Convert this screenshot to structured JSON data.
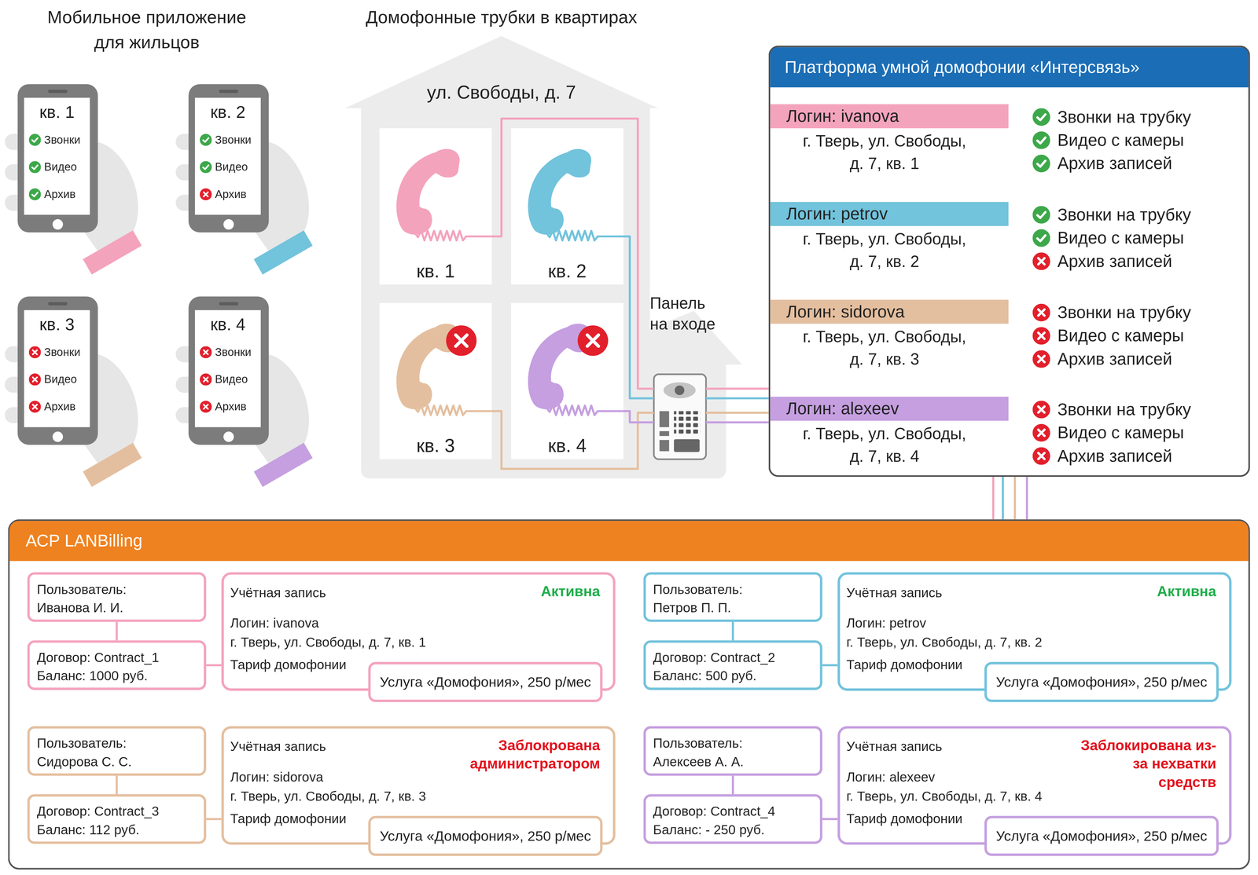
{
  "diagram": {
    "nodes": [
      {
        "text": [
          "кв. 1",
          "Звонки",
          "Видео",
          "Архив"
        ]
      },
      {
        "text": [
          "кв. 2",
          "Звонки",
          "Видео",
          "Архив"
        ]
      },
      {
        "text": [
          "кв. 3",
          "Звонки",
          "Видео",
          "Архив"
        ]
      },
      {
        "text": [
          "кв. 4",
          "Звонки",
          "Видео",
          "Архив"
        ]
      },
      {
        "text": [
          "ул. Свободы, д. 7"
        ]
      },
      {
        "text": [
          "кв. 1"
        ],
        "in": 4
      },
      {
        "text": [
          "кв. 2"
        ],
        "in": 4
      },
      {
        "text": [
          "кв. 3"
        ],
        "in": 4
      },
      {
        "text": [
          "кв. 4"
        ],
        "in": 4
      },
      {
        "text": [
          "Панель на входе"
        ],
        "in": 4
      },
      {
        "text": [
          "Платформа умной домофонии «Интерсвязь»"
        ]
      },
      {
        "text": [
          "Логин: ivanova",
          "г. Тверь, ул. Свободы, д. 7, кв. 1",
          "Звонки на трубку",
          "Видео с камеры",
          "Архив записей"
        ],
        "in": 10
      },
      {
        "text": [
          "Логин: petrov",
          "г. Тверь, ул. Свободы, д. 7, кв. 2",
          "Звонки на трубку",
          "Видео с камеры",
          "Архив записей"
        ],
        "in": 10
      },
      {
        "text": [
          "Логин: sidorova",
          "г. Тверь, ул. Свободы, д. 7, кв. 3",
          "Звонки на трубку",
          "Видео с камеры",
          "Архив записей"
        ],
        "in": 10
      },
      {
        "text": [
          "Логин: alexeev",
          "г. Тверь, ул. Свободы, д. 7, кв. 4",
          "Звонки на трубку",
          "Видео с камеры",
          "Архив записей"
        ],
        "in": 10
      },
      {
        "text": [
          "АСР LANBilling"
        ]
      },
      {
        "text": [
          "Пользователь:",
          "Иванова И. И."
        ],
        "in": 15
      },
      {
        "text": [
          "Договор: Contract_1",
          "Баланс: 1000 руб."
        ],
        "in": 15
      },
      {
        "text": [
          "Учётная запись",
          "Активна",
          "Логин: ivanova",
          "г. Тверь, ул. Свободы, д. 7, кв. 1",
          "Тариф домофонии"
        ],
        "in": 15
      },
      {
        "text": [
          "Услуга «Домофония», 250 р/мес"
        ],
        "in": 18
      },
      {
        "text": [
          "Пользователь:",
          "Петров П. П."
        ],
        "in": 15
      },
      {
        "text": [
          "Договор: Contract_2",
          "Баланс: 500 руб."
        ],
        "in": 15
      },
      {
        "text": [
          "Учётная запись",
          "Активна",
          "Логин: petrov",
          "г. Тверь, ул. Свободы, д. 7, кв. 2",
          "Тариф домофонии"
        ],
        "in": 15
      },
      {
        "text": [
          "Услуга «Домофония», 250 р/мес"
        ],
        "in": 22
      },
      {
        "text": [
          "Пользователь:",
          "Сидорова С. С."
        ],
        "in": 15
      },
      {
        "text": [
          "Договор: Contract_3",
          "Баланс: 112 руб."
        ],
        "in": 15
      },
      {
        "text": [
          "Учётная запись",
          "Заблокрована администратором",
          "Логин: sidorova",
          "г. Тверь, ул. Свободы, д. 7, кв. 3",
          "Тариф домофонии"
        ],
        "in": 15
      },
      {
        "text": [
          "Услуга «Домофония», 250 р/мес"
        ],
        "in": 26
      },
      {
        "text": [
          "Пользователь:",
          "Алексеев А. А."
        ],
        "in": 15
      },
      {
        "text": [
          "Договор: Contract_4",
          "Баланс: - 250 руб."
        ],
        "in": 15
      },
      {
        "text": [
          "Учётная запись",
          "Заблокирована из-за нехватки средств",
          "Логин: alexeev",
          "г. Тверь, ул. Свободы, д. 7, кв. 4",
          "Тариф домофонии"
        ],
        "in": 15
      },
      {
        "text": [
          "Услуга «Домофония», 250 р/мес"
        ],
        "in": 30
      }
    ],
    "edges": [
      {
        "from": 5,
        "to": 9,
        "arrow": "none"
      },
      {
        "from": 6,
        "to": 9,
        "arrow": "none"
      },
      {
        "from": 7,
        "to": 9,
        "arrow": "none"
      },
      {
        "from": 8,
        "to": 9,
        "arrow": "none"
      },
      {
        "from": 9,
        "to": 10,
        "arrow": "none"
      },
      {
        "from": 9,
        "to": 10,
        "arrow": "none"
      },
      {
        "from": 9,
        "to": 10,
        "arrow": "none"
      },
      {
        "from": 9,
        "to": 10,
        "arrow": "none"
      },
      {
        "from": 10,
        "to": 15,
        "arrow": "none"
      },
      {
        "from": 10,
        "to": 15,
        "arrow": "none"
      },
      {
        "from": 10,
        "to": 15,
        "arrow": "none"
      },
      {
        "from": 10,
        "to": 15,
        "arrow": "none"
      },
      {
        "from": 16,
        "to": 17,
        "arrow": "none"
      },
      {
        "from": 17,
        "to": 18,
        "arrow": "none"
      },
      {
        "from": 20,
        "to": 21,
        "arrow": "none"
      },
      {
        "from": 21,
        "to": 22,
        "arrow": "none"
      },
      {
        "from": 24,
        "to": 25,
        "arrow": "none"
      },
      {
        "from": 25,
        "to": 26,
        "arrow": "none"
      },
      {
        "from": 28,
        "to": 29,
        "arrow": "none"
      },
      {
        "from": 29,
        "to": 30,
        "arrow": "none"
      }
    ],
    "labels": [
      "Мобильное приложение для жильцов",
      "Домофонные трубки в квартирах"
    ]
  }
}
